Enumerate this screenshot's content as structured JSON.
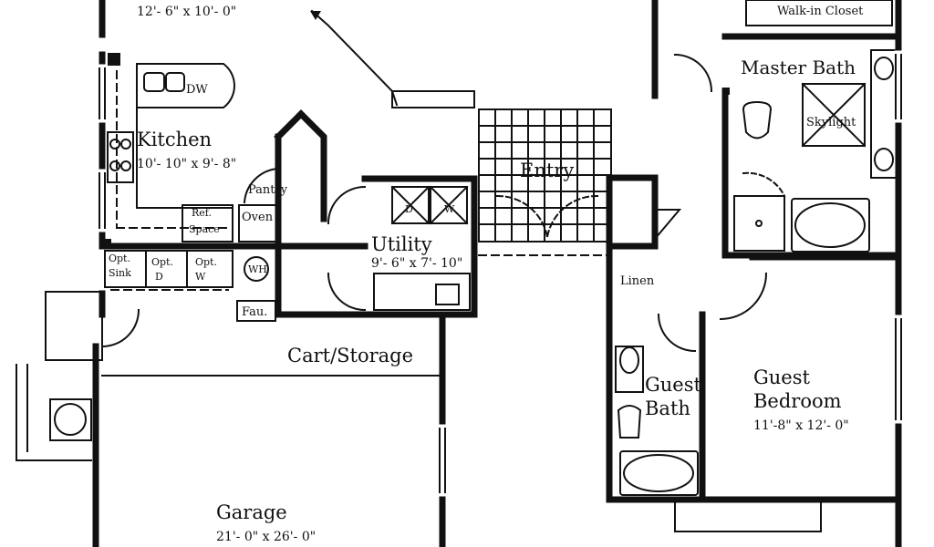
{
  "rooms": {
    "top_dim": "12'- 6\" x 10'- 0\"",
    "walk_in_closet": "Walk-in Closet",
    "master_bath": "Master Bath",
    "skylight": "Skylight",
    "kitchen": "Kitchen",
    "kitchen_dim": "10'- 10\" x 9'- 8\"",
    "dw": "DW",
    "pantry": "Pantry",
    "oven": "Oven",
    "ref_space_1": "Ref.",
    "ref_space_2": "Space",
    "entry": "Entry",
    "utility": "Utility",
    "utility_dim": "9'- 6\" x 7'- 10\"",
    "dryer": "D",
    "washer": "W",
    "opt_sink_1": "Opt.",
    "opt_sink_2": "Sink",
    "opt_d_1": "Opt.",
    "opt_d_2": "D",
    "opt_w_1": "Opt.",
    "opt_w_2": "W",
    "wh": "WH",
    "fau": "Fau.",
    "linen": "Linen",
    "cart_storage": "Cart/Storage",
    "guest_bath_1": "Guest",
    "guest_bath_2": "Bath",
    "guest_bedroom_1": "Guest",
    "guest_bedroom_2": "Bedroom",
    "guest_bedroom_dim": "11'-8\" x 12'- 0\"",
    "garage": "Garage",
    "garage_dim": "21'- 0\" x 26'- 0\""
  },
  "colors": {
    "ink": "#111111",
    "paper": "#ffffff"
  }
}
